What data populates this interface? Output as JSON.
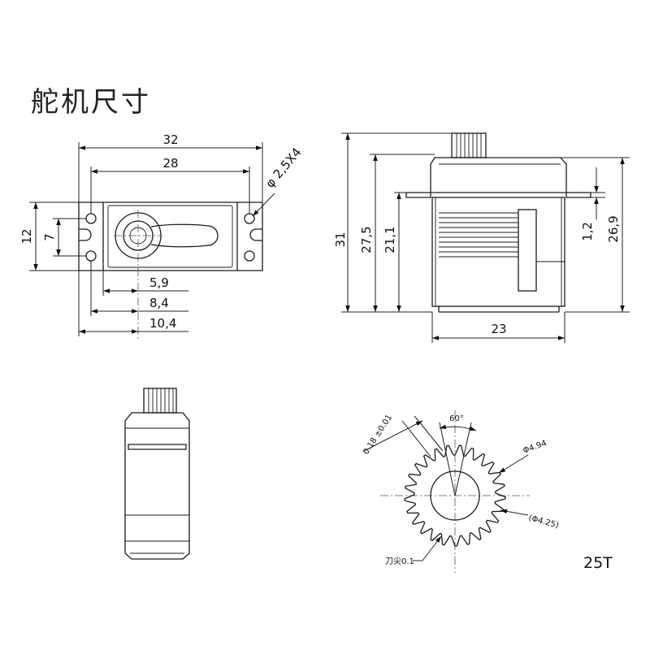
{
  "title": "舵机尺寸",
  "top_view": {
    "width_outer": "32",
    "width_holes": "28",
    "height_outer": "12",
    "height_holes": "7",
    "hole_spec": "φ 2,5X4",
    "offset_a": "5,9",
    "offset_b": "8,4",
    "offset_c": "10,4"
  },
  "side_view": {
    "height_total": "31",
    "height_body": "27,5",
    "height_lower": "21,1",
    "flange_thickness": "1,2",
    "height_flange": "26,9",
    "width_body": "23"
  },
  "gear": {
    "angle": "60°",
    "tooth_width": "0.18 ±0.01",
    "outer_diameter": "Φ4.94",
    "root_diameter": "(Φ4.25)",
    "tip_note": "刀尖0.1",
    "teeth": "25T"
  }
}
